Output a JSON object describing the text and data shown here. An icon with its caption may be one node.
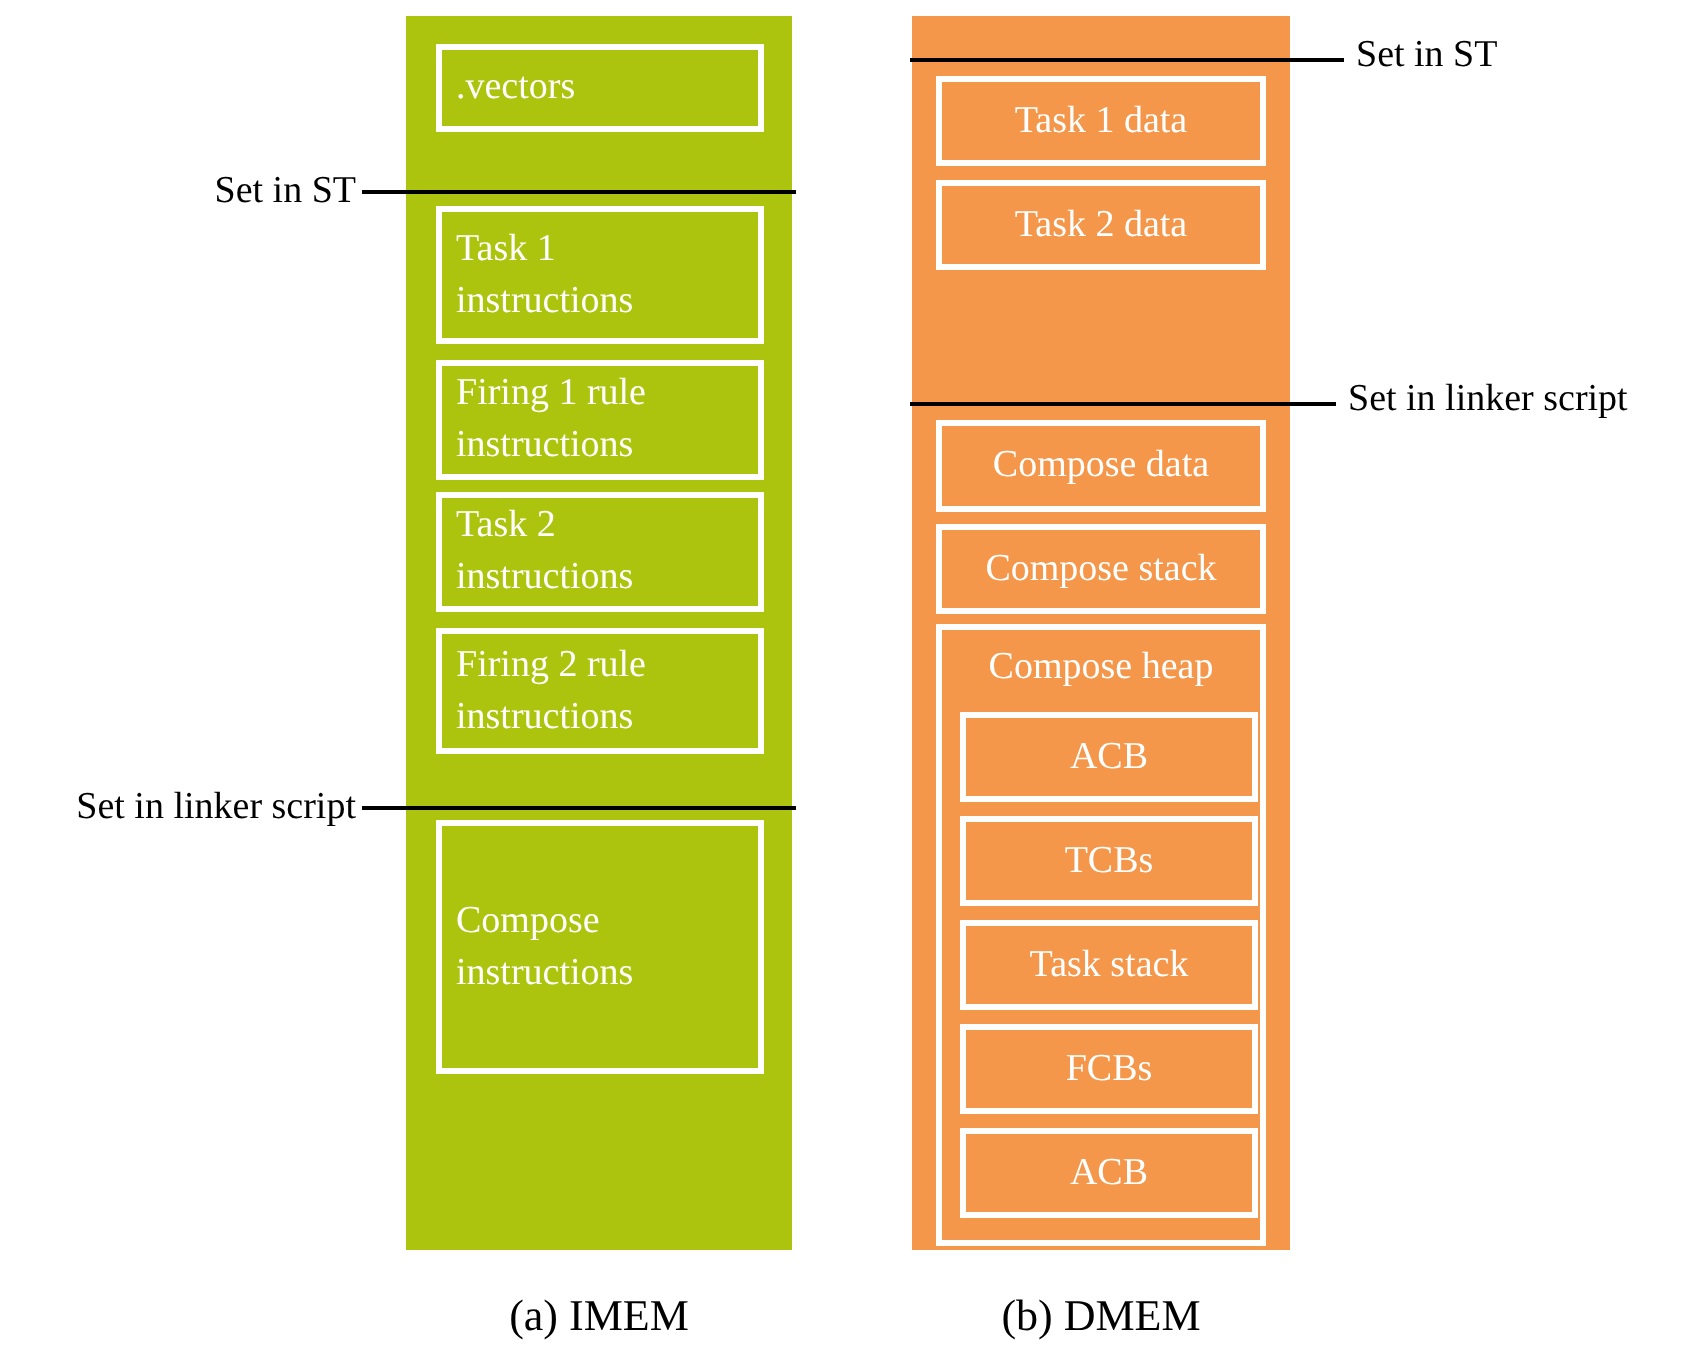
{
  "diagram": {
    "nodes": [
      {
        "text": [],
        "shape": "box",
        "beside": [
          "(a) IMEM"
        ]
      },
      {
        "text": [
          ".vectors"
        ],
        "in": 0
      },
      {
        "text": [
          "Task 1 instructions"
        ],
        "in": 0
      },
      {
        "text": [
          "Firing 1 rule instructions"
        ],
        "in": 0
      },
      {
        "text": [
          "Task 2 instructions"
        ],
        "in": 0
      },
      {
        "text": [
          "Firing 2 rule instructions"
        ],
        "in": 0
      },
      {
        "text": [
          "Compose instructions"
        ],
        "in": 0
      },
      {
        "text": [
          "Set in ST"
        ]
      },
      {
        "text": [
          "Set in linker script"
        ]
      },
      {
        "text": [],
        "shape": "box",
        "beside": [
          "(b) DMEM"
        ]
      },
      {
        "text": [
          "Task 1 data"
        ],
        "in": 9
      },
      {
        "text": [
          "Task 2 data"
        ],
        "in": 9
      },
      {
        "text": [
          "Compose data"
        ],
        "in": 9
      },
      {
        "text": [
          "Compose stack"
        ],
        "in": 9
      },
      {
        "text": [
          "Compose heap"
        ],
        "in": 9
      },
      {
        "text": [
          "ACB"
        ],
        "in": 14
      },
      {
        "text": [
          "TCBs"
        ],
        "in": 14
      },
      {
        "text": [
          "Task stack"
        ],
        "in": 14
      },
      {
        "text": [
          "FCBs"
        ],
        "in": 14
      },
      {
        "text": [
          "ACB"
        ],
        "in": 14
      },
      {
        "text": [
          "Set in ST"
        ]
      },
      {
        "text": [
          "Set in linker script"
        ]
      }
    ],
    "edges": [
      {
        "from": 7,
        "to": 0,
        "arrow": "none"
      },
      {
        "from": 8,
        "to": 0,
        "arrow": "none"
      },
      {
        "from": 20,
        "to": 9,
        "arrow": "none"
      },
      {
        "from": 21,
        "to": 9,
        "arrow": "none"
      }
    ]
  }
}
